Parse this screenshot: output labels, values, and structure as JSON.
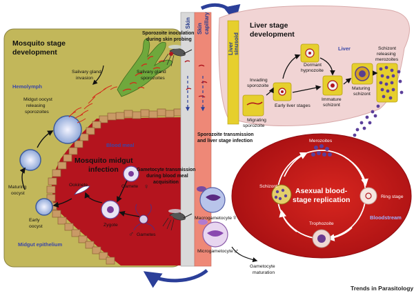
{
  "mosquito_stage": {
    "title_line1": "Mosquito stage",
    "title_line2": "development",
    "hemolymph": "Hemolymph",
    "salivary_invasion_1": "Salivary gland",
    "salivary_invasion_2": "invasion",
    "salivary_sporozoites_1": "Salivary gland",
    "salivary_sporozoites_2": "sporozoites",
    "midgut_oocyst_1": "Midgut oocyst",
    "midgut_oocyst_2": "releasing",
    "midgut_oocyst_3": "sporozoites",
    "blood_meal": "Blood meal",
    "midgut_infection_1": "Mosquito midgut",
    "midgut_infection_2": "infection",
    "ookinete": "Ookinete",
    "gamete": "Gamete",
    "maturing_oocyst_1": "Maturing",
    "maturing_oocyst_2": "oocyst",
    "zygote": "Zygote",
    "gametes": "Gametes",
    "early_oocyst_1": "Early",
    "early_oocyst_2": "oocyst",
    "midgut_epithelium": "Midgut epithelium"
  },
  "skin": {
    "skin_label": "Skin",
    "capillary_label_1": "Skin",
    "capillary_label_2": "capillary",
    "inoculation_1": "Sporozoite inoculation",
    "inoculation_2": "during skin probing",
    "transmission_1": "Sporozoite transmission",
    "transmission_2": "and liver stage infection",
    "gametocyte_trans_1": "Gametocyte transmission",
    "gametocyte_trans_2": "during blood meal",
    "gametocyte_trans_3": "acquisition"
  },
  "liver_stage": {
    "title_line1": "Liver stage",
    "title_line2": "development",
    "liver": "Liver",
    "sinusoid_1": "Liver",
    "sinusoid_2": "sinusoid",
    "dormant_1": "Dormant",
    "dormant_2": "hypnozoite",
    "schizont_release_1": "Schizont",
    "schizont_release_2": "releasing",
    "schizont_release_3": "merozoites",
    "invading_1": "Invading",
    "invading_2": "sporozoite",
    "maturing_schizont_1": "Maturing",
    "maturing_schizont_2": "schizont",
    "early_liver": "Early liver stages",
    "immature_1": "Immature",
    "immature_2": "schizont",
    "migrating_1": "Migrating",
    "migrating_2": "sporozoite"
  },
  "blood_stage": {
    "merozoites": "Merozoites",
    "asexual_1": "Asexual blood-",
    "asexual_2": "stage replication",
    "schizont": "Schizont",
    "ring_stage": "Ring stage",
    "bloodstream": "Bloodstream",
    "trophozoite": "Trophozoite",
    "macrogametocyte": "Macrogametocyte",
    "microgametocyte": "Microgametocyte",
    "gametocyte_maturation_1": "Gametocyte",
    "gametocyte_maturation_2": "maturation",
    "female_symbol": "♀",
    "male_symbol": "♂"
  },
  "credit": "Trends in Parasitology",
  "colors": {
    "mosquito_panel": "#c2b75a",
    "midgut_red": "#b4141e",
    "epithelium": "#c99a66",
    "skin_strip": "#d9d9d9",
    "capillary": "#ee8877",
    "liver_pink": "#f1d4d4",
    "sinusoid": "#e6cf2d",
    "blood_oval": "#c91a1a",
    "arrow_blue": "#2b3f99",
    "label_blue": "#3a47a8"
  }
}
